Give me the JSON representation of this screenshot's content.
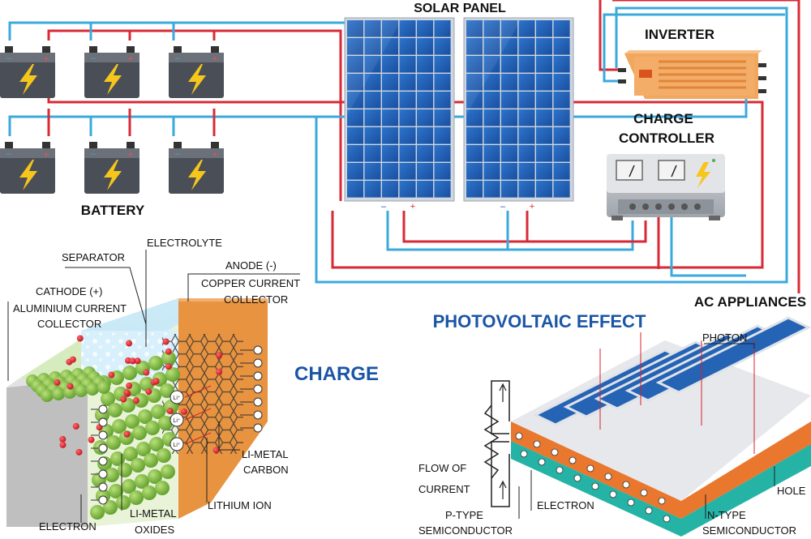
{
  "solar_system": {
    "labels": {
      "solar_panel": "SOLAR PANEL",
      "inverter": "INVERTER",
      "charge_controller_line1": "CHARGE",
      "charge_controller_line2": "CONTROLLER",
      "battery": "BATTERY",
      "ac_appliances": "AC APPLIANCES"
    },
    "polarity": {
      "negative": "–",
      "positive": "+"
    },
    "battery_count": 6,
    "panel_count": 2
  },
  "battery_charge": {
    "title": "CHARGE",
    "labels": {
      "separator": "SEPARATOR",
      "electrolyte": "ELECTROLYTE",
      "anode_line1": "ANODE (-)",
      "anode_line2": "COPPER CURRENT",
      "anode_line3": "COLLECTOR",
      "cathode_line1": "CATHODE (+)",
      "cathode_line2": "ALUMINIUM CURRENT",
      "cathode_line3": "COLLECTOR",
      "limetal_carbon_line1": "LI-METAL",
      "limetal_carbon_line2": "CARBON",
      "lithium_ion": "LITHIUM ION",
      "limetal_oxides_line1": "LI-METAL",
      "limetal_oxides_line2": "OXIDES",
      "electron": "ELECTRON"
    },
    "ion_symbol": "Li⁺"
  },
  "photovoltaic": {
    "title": "PHOTOVOLTAIC  EFFECT",
    "labels": {
      "photon": "PHOTON",
      "flow_line1": "FLOW OF",
      "flow_line2": "CURRENT",
      "electron": "ELECTRON",
      "hole": "HOLE",
      "ptype_line1": "P-TYPE",
      "ptype_line2": "SEMICONDUCTOR",
      "ntype_line1": "N-TYPE",
      "ntype_line2": "SEMICONDUCTOR"
    }
  },
  "colors": {
    "wire_red": "#d82a36",
    "wire_blue": "#3aa9dc",
    "panel_blue": "#1f5fb5",
    "inverter_orange": "#f0a55c",
    "controller_gray": "#c9ccd1",
    "battery_dark": "#4a4f57",
    "bolt_yellow": "#f7c61a",
    "anode_orange": "#e9913f",
    "cathode_gray": "#c8c8c8",
    "electrolyte_blue": "#bfe6f7",
    "particle_green": "#7bbf3a",
    "ion_red": "#d8202c",
    "title_blue": "#1a55a6"
  }
}
